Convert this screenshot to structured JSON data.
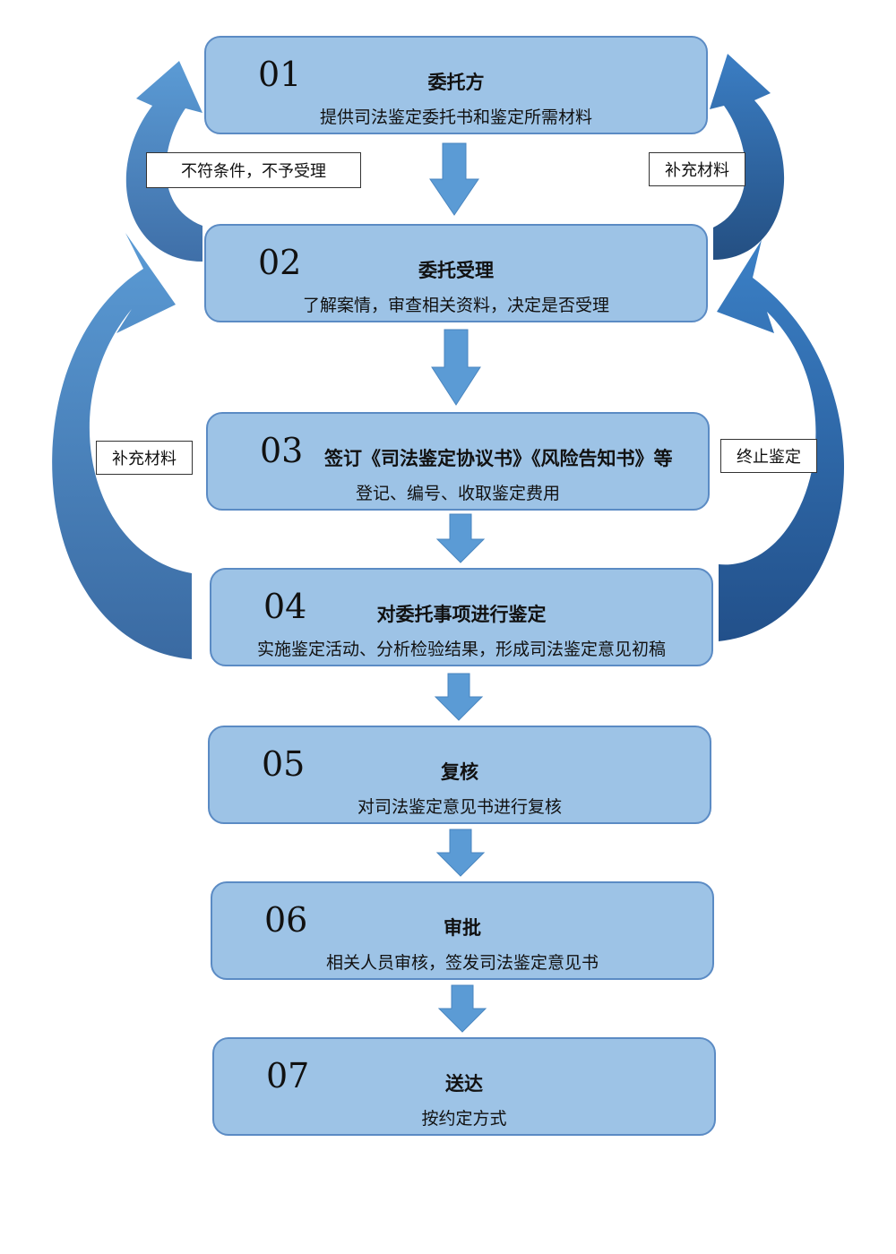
{
  "steps": [
    {
      "num": "01",
      "title": "委托方",
      "desc": "提供司法鉴定委托书和鉴定所需材料"
    },
    {
      "num": "02",
      "title": "委托受理",
      "desc": "了解案情，审查相关资料，决定是否受理"
    },
    {
      "num": "03",
      "title": "签订《司法鉴定协议书》《风险告知书》等",
      "desc": "登记、编号、收取鉴定费用"
    },
    {
      "num": "04",
      "title": "对委托事项进行鉴定",
      "desc": "实施鉴定活动、分析检验结果，形成司法鉴定意见初稿"
    },
    {
      "num": "05",
      "title": "复核",
      "desc": "对司法鉴定意见书进行复核"
    },
    {
      "num": "06",
      "title": "审批",
      "desc": "相关人员审核，签发司法鉴定意见书"
    },
    {
      "num": "07",
      "title": "送达",
      "desc": "按约定方式"
    }
  ],
  "labels": {
    "reject": "不符条件，不予受理",
    "supplement_right_top": "补充材料",
    "supplement_left": "补充材料",
    "terminate": "终止鉴定"
  },
  "colors": {
    "box_fill": "#9dc3e6",
    "box_border": "#5b8bc4",
    "arrow_down": "#5b9bd5",
    "curve_light": "#5b9bd5",
    "curve_dark": "#2e5f96"
  }
}
